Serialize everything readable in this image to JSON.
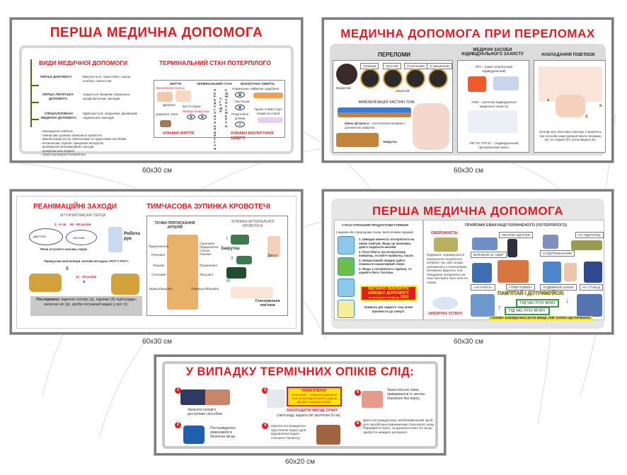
{
  "posters": {
    "p1": {
      "title": "ПЕРША МЕДИЧНА ДОПОМОГА",
      "size": "60x30 см",
      "types_heading": "ВИДИ МЕДИЧНОЇ ДОПОМОГИ",
      "terminal_heading": "ТЕРМІНАЛЬНИЙ СТАН ПОТЕРПІЛОГО",
      "types": [
        {
          "name": "ПЕРША ДОПОМОГА",
          "desc": "Виконується: самостійно, іншою особою, санпостом."
        },
        {
          "name": "ПЕРША ЛІКАРСЬКА ДОПОМОГА",
          "desc": "Надається лікарями лікувально-профілактичних закладів."
        },
        {
          "name": "СПЕЦІАЛІЗОВАНА МЕДИЧНА ДОПОМОГА",
          "desc": "Здійснюється: лікарнями, фахівцями лікувальних закладів."
        }
      ],
      "measures": [
        "- накладання пов'язок",
        "- тимчасова зупинка зовнішньої кровотечі",
        "- іммобілізація кісток табельними та підручними засобами",
        "- антишокова терапія і введення антидотів",
        "- проведення реанімаційних заходів",
        "- профілактика асфіксії",
        "- транспортування потерпілого"
      ],
      "terminal": {
        "col_life": "ЖИТТЯ",
        "col_terminal": "ТЕРМІНАЛЬНИЙ СТАН",
        "col_bio": "БІОЛОГІЧНА СМЕРТЬ",
        "pulse": "Визначення пульсу",
        "pupil_reaction": "Реакція зіниці ока",
        "breathing": "Дихання",
        "heartbeat": "Биття серця",
        "mirror": "дзеркало",
        "cotton": "вата",
        "preagony": "ПЕРЕДАГОНАЛЬНИЙ СТАН",
        "agony": "АГОНІЯ",
        "clinical_death": "КЛІНІЧНА СМЕРТЬ",
        "normal_eye": "Нормальне око",
        "cat_eye": "Око кішки",
        "clouded_cornea": "Помутніння рогівки",
        "rigor": "Трупне задубіння",
        "livor": "Трупні плями (труп лежав на спині)",
        "signs_life": "ОЗНАКИ ЖИТТЯ",
        "signs_death": "ОЗНАКИ БІОЛОГІЧНОЇ СМЕРТІ"
      }
    },
    "p2": {
      "title": "МЕДИЧНА ДОПОМОГА ПРИ ПЕРЕЛОМАХ",
      "size": "60x30 см",
      "fractures_heading": "ПЕРЕЛОМИ",
      "fracture_types": [
        "Відкритий",
        "Уламком",
        "Простий",
        "Осколковий",
        "Зі зміщенням",
        "Закритий"
      ],
      "immobilization": "ІММОБІЛІЗАЦІЯ ЧАСТИН ТІЛА",
      "dieterichs": "Шина Дітеріхса",
      "dieterichs_desc": "– розтягнення кінцівки з допомогою закрутки",
      "twist": "Закрутка",
      "ppe_heading": "МЕДИЧНІ ЗАСОБИ ІНДИВІДУАЛЬНОГО ЗАХИСТУ",
      "ppe_items": [
        "ППІ – (пакет перев'язний індивідуальний)",
        "АІМ3 – (аптечка індивідуальна медичного захисту)",
        "ІПП-10, ІПП-11 – (індивідуальний протихімічний пакет)"
      ],
      "bandage_heading": "НАКЛАДАННЯ ПОВ'ЯЗОК",
      "bandage_marks": [
        "а",
        "б",
        "в"
      ],
      "bandage_text": "Основу всіх бинтових пов'язок становлять три способи намотування бинта: вісімкою (а); по спіралі (б); колосовидно (в)."
    },
    "p3": {
      "title_left": "РЕАНІМАЦІЙНІ ЗАХОДИ",
      "title_right": "ТИМЧАСОВА ЗУПИНКА КРОВОТЕЧІ",
      "size": "60x30 см",
      "cpr_heading": "ШТУЧНИЙ МАСАЖ СЕРЦЯ",
      "depth": "3 - 5 см",
      "rate_massage": "60 - 80 раз/хв",
      "diastole": "діастола",
      "systole": "систола",
      "phases": "Фази штучного масажу серця",
      "hands": "Робота рук",
      "ventilation": "Примусова вентиляція легенів методом «РОТ У РОТ»",
      "rate_breath": "12 - 19 раз/хв",
      "mark_a": "а",
      "mark_b": "б",
      "sequence_bold": "Послідовно:",
      "sequence_text": "відхили голову (а), підніми (б) підборіддя, затисни ніс (в), зроби потужний видих у рот (г).",
      "pressure_heading": "ТОЧКИ ПРИТИСКАННЯ АРТЕРІЙ",
      "arteries_left": [
        "Підключичної",
        "Плечової",
        "Пахової",
        "Стегнової",
        "Задньоберцової"
      ],
      "arteries_right": [
        "Скроневої",
        "Підщелепної",
        "Сонної",
        "Пахової",
        "Променевої",
        "Ліктьової",
        "Передньоберцової"
      ],
      "arterial_heading": "ЗУПИНКА АРТЕРІАЛЬНОЇ КРОВОТЕЧІ",
      "twist": "Закрутка",
      "tourniquet": "Джгут",
      "compression": "Стискувальна пов'язка",
      "romans": [
        "I",
        "II",
        "III"
      ]
    },
    "p4": {
      "title": "ПЕРША МЕДИЧНА ДОПОМОГА",
      "size": "60x30 см",
      "poison_heading": "У РАЗІ ОТРУЄННЯ ПРОДУКТАМИ ГОРІННЯ",
      "poison_sub": "(чадним або природним газом, вихлопними парами)",
      "steps": [
        "1. Швидко винесіть потерпілого на свіже повітря. Якщо це можливо, дайте подихати киснем.",
        "2. Розстібніть на потерпілому комірець, ослабте краватку, пасок.",
        "3. Непритомній людині дайте понюхати нашатирний спирт.",
        "4. Якщо у потерпілого гарячка, то укрийте його тепліше."
      ],
      "call_line1": "НЕГАЙНО ВИКЛИЧТЕ",
      "call_line2": "ШВИДКУ ДОПОМОГУ",
      "call_phone_label": "за номером телефону",
      "call_phone": "103!",
      "gas_warning": "Тривала дія чадного газу може призвести до смерті.",
      "evac_heading": "ПРИЙОМИ ЕВАКУАЦІЇ ПОРАНЕНОГО (ПОТЕРПІЛОГО)",
      "caution": "ОБЕРЕЖНІСТЬ!",
      "caution_text": "Піднімати, перевертати й переносити потерпілого потрібно так, аби голова залишалась у початковому положенні відносно тіла. Укладання потерпілого на ноші застеріга, його ноги на ношах.",
      "success": "ЗАПОРУКА УСПІХУ!",
      "methods": [
        "ВОЛОКОМ ЗА ОДЯГ",
        "ХВАТОМ ПІД РУКИ",
        "З ПІДТРИМАННЯМ",
        "НА ПІДСТИЛЦІ",
        "«НА РУКАХ»",
        "«ПОБУТОВИЙ»",
        "ПОДВІЙНИЙ ЗАМОК",
        "НА СТІЛЬЦІ"
      ],
      "remember": "ПАМ'ЯТАЙ І ДОТРИМУЙСЯ:",
      "down": "ПІД ЧАС РУХУ ВНИЗ",
      "up": "ПІД ЧАС РУХУ ВГОРУ",
      "rule": "ГОЛОВА ЗАВЖДИ МАЄ БУТИ ВИЩЕ, НІЖ ТУЛУБ! ЩЕ ПРАВИЛО!"
    },
    "p5": {
      "title": "У ВИПАДКУ ТЕРМІЧНИХ ОПІКІВ СЛІД:",
      "size": "60x20 см",
      "step1": "Загасити полум'я доступним способом.",
      "step2": "Постраждалого евакуювати в безпечне місце.",
      "danger_title": "НЕБЕЗПЕКА!",
      "danger_text": "Гіпотермія – переохолодження тіла як наслідок втрати шкірою функції терморегуляції.",
      "cool_title": "ОХОЛОДИТИ МІСЦЕ ОПІКУ",
      "cool_text": "(лити воду, кидати сніг протягом 10 хв)",
      "step4": "Напоїти постраждалого підсоленою водою (для відновлення водно-сольового балансу).",
      "step5": "Захистити всі опіки, прикриваючи їх чистою тканиною без ворсу.",
      "step6": "Дати постраждалому знеболювальний засіб для запобігання виникненню больового шоку. Перевіряти пульс та дихання кожні 10 хв до прибуття швидкої допомоги.",
      "numbers": [
        "1",
        "2",
        "3",
        "4",
        "5",
        "6"
      ]
    }
  },
  "colors": {
    "accent_red": "#e11b22",
    "frame_gray": "#7d7d7d",
    "panel_gray": "#d8d8d8",
    "yellow": "#ffe500",
    "green": "#2ea043"
  }
}
